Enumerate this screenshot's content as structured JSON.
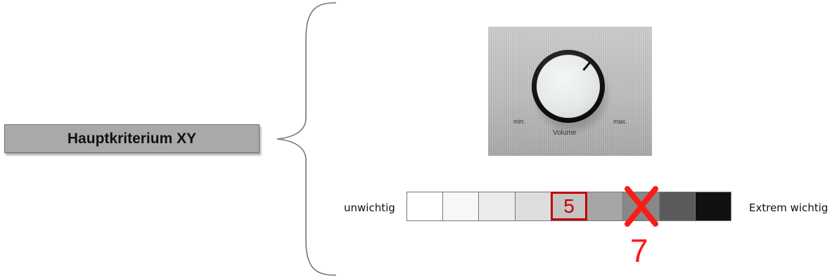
{
  "criterion": {
    "label": "Hauptkriterium XY"
  },
  "knob": {
    "min_label": "min.",
    "max_label": "max.",
    "name_label": "Volume",
    "icon": "volume-knob"
  },
  "scale": {
    "left_label": "unwichtig",
    "right_label": "Extrem wichtig",
    "cell_count": 9,
    "cells": [
      {
        "color": "#ffffff"
      },
      {
        "color": "#f7f7f7"
      },
      {
        "color": "#ececec"
      },
      {
        "color": "#dddddd"
      },
      {
        "color": "#c4c4c4"
      },
      {
        "color": "#a6a6a6"
      },
      {
        "color": "#888888"
      },
      {
        "color": "#5a5a5a"
      },
      {
        "color": "#111111"
      }
    ],
    "selected": {
      "value": "5"
    },
    "crossed": {
      "value": "7"
    }
  },
  "colors": {
    "accent_dark_red": "#c00000",
    "accent_red": "#ff1a1a",
    "box_gray": "#a9a9a9"
  }
}
